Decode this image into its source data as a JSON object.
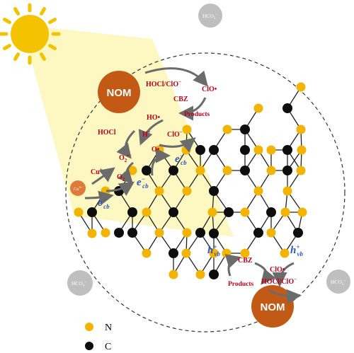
{
  "colors": {
    "nitrogen": "#f2b400",
    "carbon": "#0d0d0d",
    "nom": "#c25a16",
    "red_label": "#c0001a",
    "blue_label": "#2a55c8",
    "hco3_bubble": "#bfbfbf",
    "cu2_bubble": "#e07a3a",
    "sun": "#f5c200",
    "beam": "#fdf6b6"
  },
  "icons": {
    "sun": "sun-icon",
    "arrow": "curved-arrow-icon"
  },
  "labels": {
    "nom": "NOM",
    "hocl_clo": "HOCl/ClO",
    "minus": "−",
    "clo_rad": "ClO•",
    "cbz": "CBZ",
    "ho_rad": "HO•",
    "products": "Products",
    "hocl": "HOCl",
    "h_plus": "H",
    "plus": "+",
    "clo_minus": "ClO",
    "o_rad": "O•",
    "o2_minus": "O",
    "o2": "O",
    "two": "2",
    "cu_plus": "Cu",
    "cu2": "Cu",
    "two_plus": "2+",
    "e": "e",
    "cb": "cb",
    "h": "h",
    "vb": "vb",
    "hco3": "HCO",
    "three": "3",
    "dot_minus": "•−"
  },
  "legend": {
    "n_label": "N",
    "c_label": "C"
  }
}
